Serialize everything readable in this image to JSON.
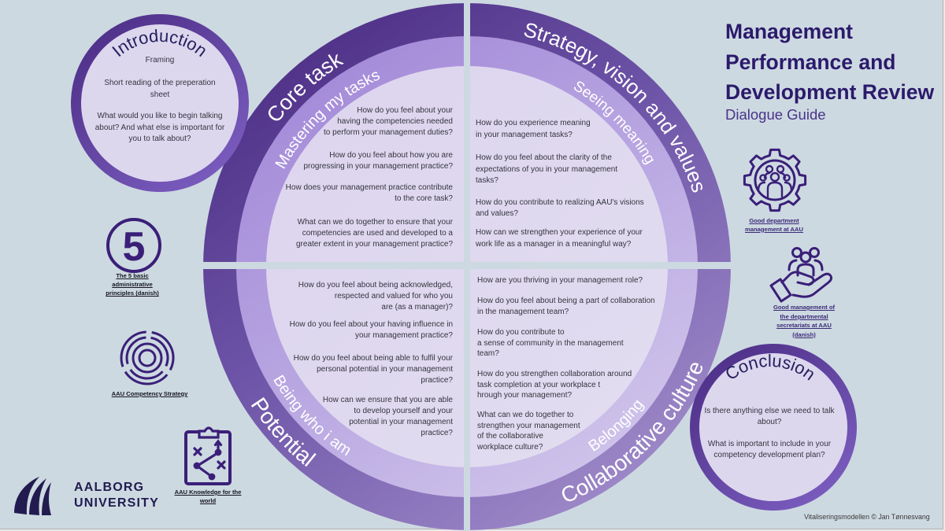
{
  "title": {
    "lines": [
      "Management",
      "Performance and",
      "Development Review"
    ],
    "subtitle": "Dialogue Guide"
  },
  "introduction": {
    "heading": "Introduction",
    "paragraphs": [
      "Framing",
      "Short reading of the preperation\nsheet",
      "What would you like to begin talking\nabout? And what else is important for\nyou to talk about?"
    ]
  },
  "conclusion": {
    "heading": "Conclusion",
    "paragraphs": [
      "Is there anything else we need to talk\nabout?",
      "What is important to include in your\ncompetency development plan?"
    ]
  },
  "model": {
    "quadrants": [
      {
        "outer_label": "Core task",
        "inner_label": "Mastering my tasks",
        "questions": [
          "How do you feel about your\nhaving the competencies needed\nto perform your management duties?",
          "How do you feel about how you are\nprogressing in your management practice?",
          "How does your management practice contribute\nto the core task?",
          "What can we do together to ensure that your\ncompetencies are used and developed to a\ngreater extent in your management practice?"
        ]
      },
      {
        "outer_label": "Strategy, vision and values",
        "inner_label": "Seeing meaning",
        "questions": [
          "How do you experience meaning\nin your management tasks?",
          "How do you feel about the clarity of the\nexpectations of you in your management\ntasks?",
          "How do you contribute to realizing AAU's visions\nand values?",
          "How can we strengthen your experience of your\nwork life as a manager in a meaningful way?"
        ]
      },
      {
        "outer_label": "Potential",
        "inner_label": "Being who i am",
        "questions": [
          "How do you feel about being acknowledged,\nrespected and valued for who you\nare (as a manager)?",
          "How do you feel about your having influence in\nyour management practice?",
          "How do you feel about being able to fulfil your\npersonal potential in your management\npractice?",
          "How can we ensure that you are able\nto develop yourself and your\npotential in your management\npractice?"
        ]
      },
      {
        "outer_label": "Collaborative culture",
        "inner_label": "Belonging",
        "questions": [
          "How are you thriving in your management role?",
          "How do you feel about being a part of collaboration\nin the management team?",
          "How do you contribute to\na sense of community in the management\nteam?",
          "How do you strengthen collaboration around\ntask completion at your workplace t\nhrough your management?",
          "What can we do together to\nstrengthen your management\nof the collaborative\nworkplace culture?"
        ]
      }
    ]
  },
  "resources": [
    {
      "icon": "number-five-icon",
      "number": "5",
      "label": "The 5 basic\nadministrative\nprinciples (danish)"
    },
    {
      "icon": "target-rings-icon",
      "label": "AAU Competency Strategy"
    },
    {
      "icon": "clipboard-strategy-icon",
      "label": "AAU Knowledge for the\nworld"
    },
    {
      "icon": "gear-people-icon",
      "label": "Good department\nmanagement at AAU"
    },
    {
      "icon": "hand-people-icon",
      "label": "Good management of\nthe departmental\nsecretariats at AAU\n(danish)"
    }
  ],
  "logo": {
    "line1": "AALBORG",
    "line2": "UNIVERSITY"
  },
  "footer": {
    "credit": "Vitaliseringsmodellen © Jan Tønnesvang"
  },
  "colors": {
    "background": "#cdd9e1",
    "title": "#2b1a6b",
    "outer_ring_dark": "#4a2c82",
    "outer_ring_light": "#a490cc",
    "middle_ring": "#b8a6e1",
    "inner_fill": "#ddd6ee",
    "icon": "#3a1f78"
  }
}
